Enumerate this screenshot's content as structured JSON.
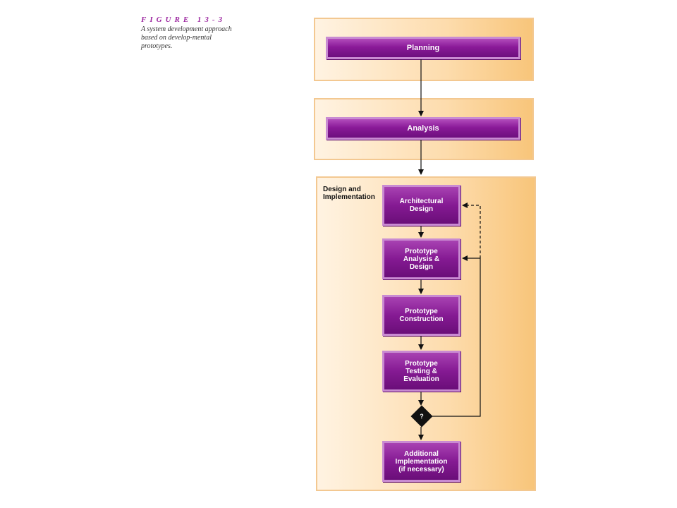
{
  "caption": {
    "figure_label": "FIGURE 13-3",
    "text": "A system development approach based on develop-mental prototypes."
  },
  "panels": {
    "planning": {
      "bar_label": "Planning"
    },
    "analysis": {
      "bar_label": "Analysis"
    },
    "design": {
      "title": "Design and\nImplementation",
      "nodes": {
        "architectural": "Architectural\nDesign",
        "proto_analysis": "Prototype\nAnalysis &\nDesign",
        "proto_construction": "Prototype\nConstruction",
        "proto_testing": "Prototype\nTesting &\nEvaluation",
        "additional": "Additional\nImplementation\n(if necessary)"
      },
      "decision": "?"
    }
  },
  "colors": {
    "box_purple": "#851a93",
    "panel_orange": "#fddcad",
    "caption_magenta": "#9c27a0"
  }
}
